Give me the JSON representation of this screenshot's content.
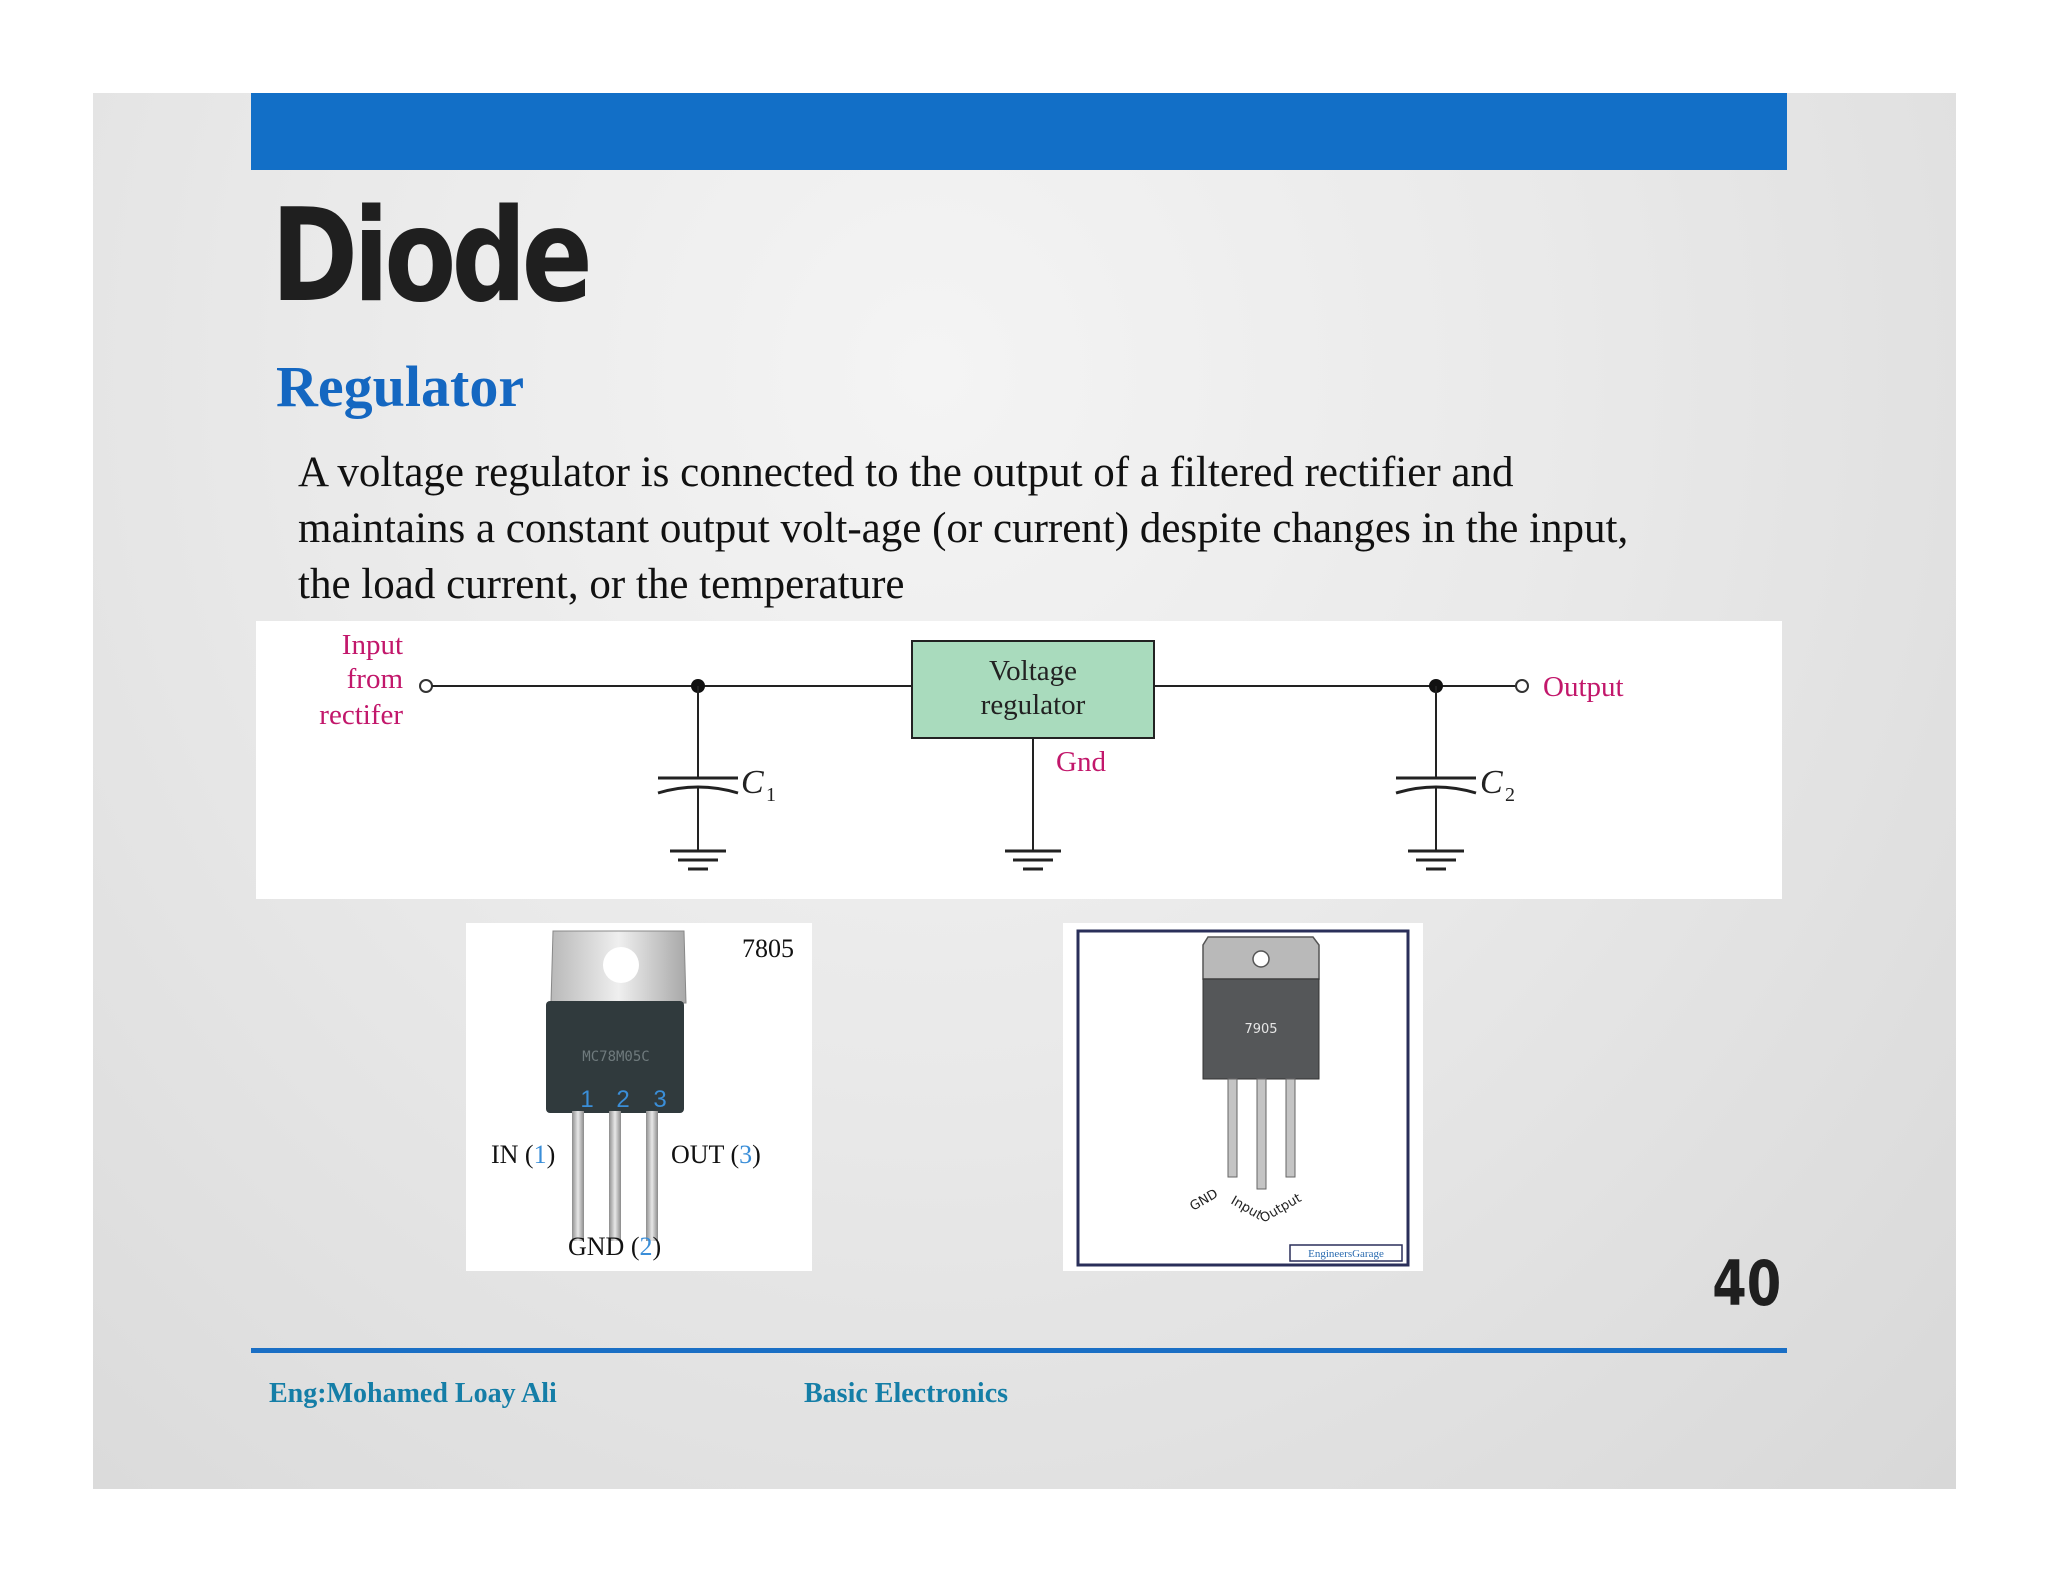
{
  "slide": {
    "title": "Diode",
    "subtitle": "Regulator",
    "body_lines": [
      "A voltage regulator is connected to the output of a filtered rectifier and",
      "maintains a constant output volt-age (or current) despite changes in the input,",
      "the load current, or the temperature"
    ],
    "page_number": "40"
  },
  "circuit": {
    "input_lines": [
      "Input",
      "from",
      "rectifer"
    ],
    "regulator_lines": [
      "Voltage",
      "regulator"
    ],
    "gnd_label": "Gnd",
    "output_label": "Output",
    "c1_label": "C",
    "c1_sub": "1",
    "c2_label": "C",
    "c2_sub": "2",
    "label_color": "#c2176b",
    "regulator_fill": "#a9dbbd"
  },
  "photo_7805": {
    "part_label": "7805",
    "body_marking": "MC78M05C",
    "pin_numbers": [
      "1",
      "2",
      "3"
    ],
    "in_label": "IN (",
    "in_num": "1",
    "out_label": "OUT (",
    "out_num": "3",
    "gnd_label": "GND (",
    "gnd_num": "2",
    "close_paren": ")",
    "pin_number_color": "#3a8ed8"
  },
  "photo_7905": {
    "part_label": "7905",
    "pin_labels": [
      "GND",
      "Input",
      "Output"
    ],
    "watermark": "EngineersGarage"
  },
  "footer": {
    "author": "Eng:Mohamed Loay Ali",
    "course": "Basic Electronics"
  },
  "colors": {
    "top_bar": "#126fc7",
    "subtitle": "#1467c1",
    "footer_text": "#157ea7",
    "footer_line": "#1a6fc5"
  }
}
